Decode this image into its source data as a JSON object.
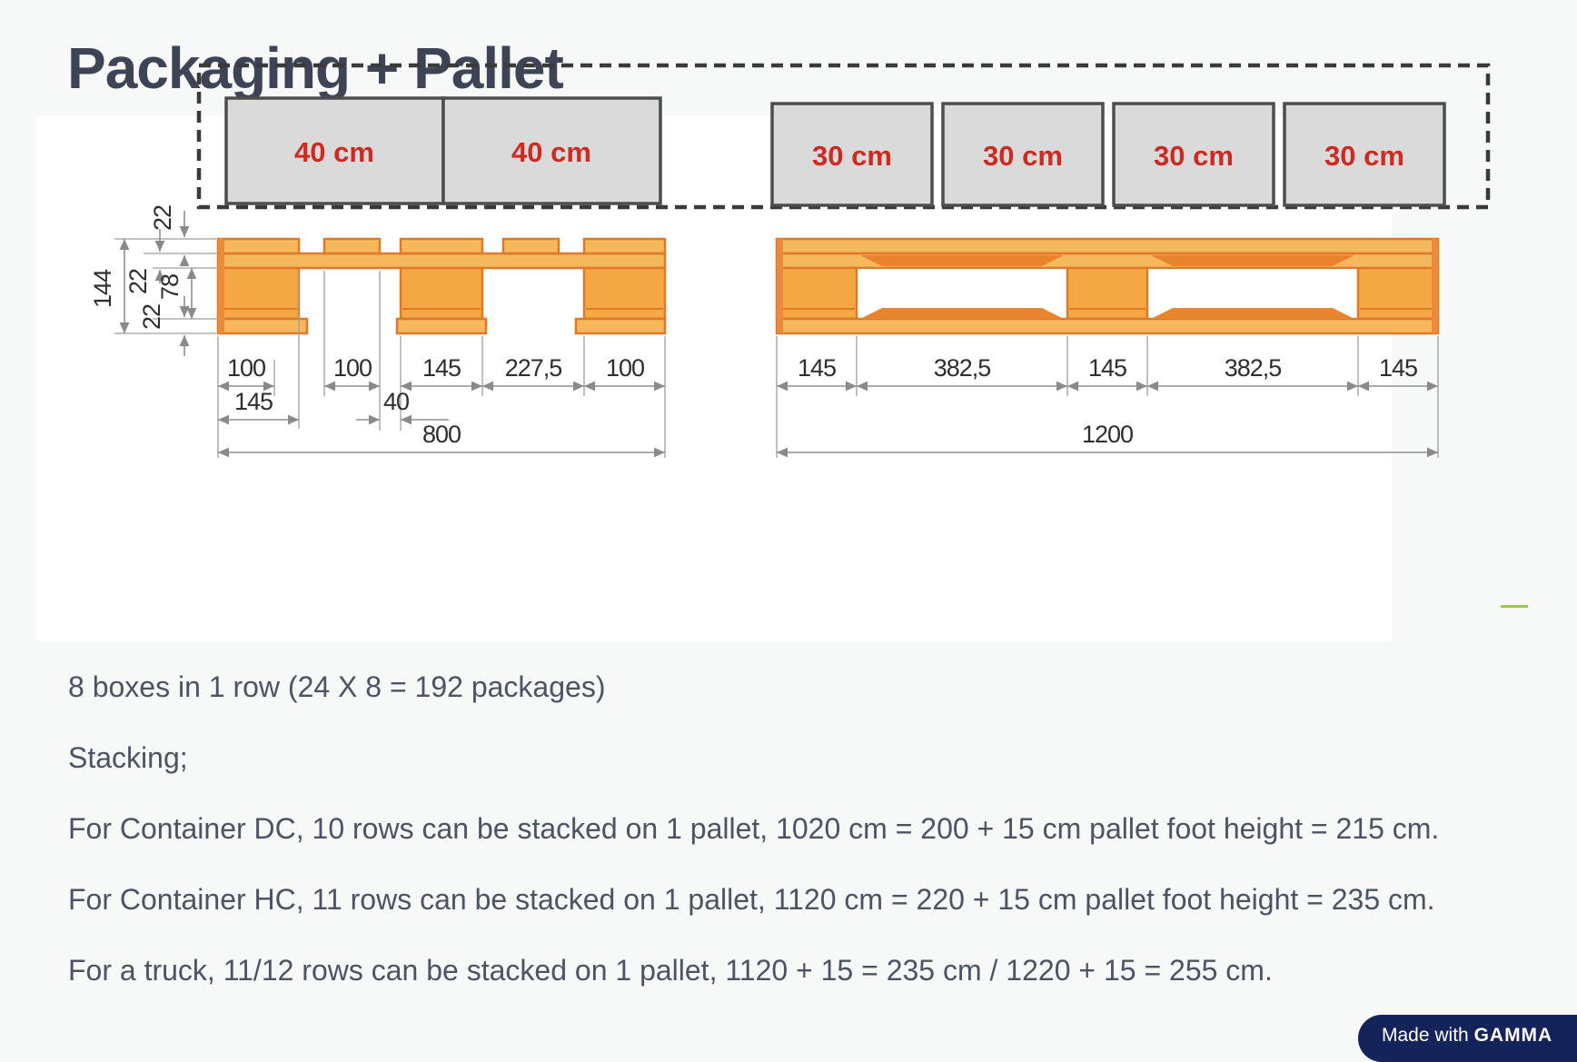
{
  "title": "Packaging + Pallet",
  "diagram": {
    "box_labels_40": [
      "40 cm",
      "40 cm"
    ],
    "box_labels_30": [
      "30 cm",
      "30 cm",
      "30 cm",
      "30 cm"
    ],
    "pallet_800": {
      "top_dims": [
        "100",
        "100",
        "145",
        "227,5",
        "100"
      ],
      "mid_dims": [
        "145",
        "40"
      ],
      "total": "800",
      "side_dims": {
        "overall": "144",
        "top_board": "22",
        "stringer": "22",
        "block": "78",
        "bottom_board": "22"
      }
    },
    "pallet_1200": {
      "top_dims": [
        "145",
        "382,5",
        "145",
        "382,5",
        "145"
      ],
      "total": "1200"
    }
  },
  "notes": [
    "8 boxes in 1 row (24 X 8 = 192 packages)",
    "Stacking;",
    "For Container DC, 10 rows can be stacked on 1 pallet, 1020 cm = 200 + 15 cm pallet foot height = 215 cm.",
    "For Container HC, 11 rows can be stacked on 1 pallet, 1120 cm = 220 + 15 cm pallet foot height = 235 cm.",
    "For a truck, 11/12 rows can be stacked on 1 pallet, 1120 + 15 = 235 cm / 1220 + 15 = 255 cm."
  ],
  "badge": {
    "prefix": "Made with",
    "brand": "GAMMA"
  },
  "colors": {
    "accent_red": "#cf2a22",
    "pallet_fill": "#f6b85c",
    "pallet_line": "#e0782a",
    "badge_navy": "#15235b",
    "title_slate": "#3d4456"
  }
}
